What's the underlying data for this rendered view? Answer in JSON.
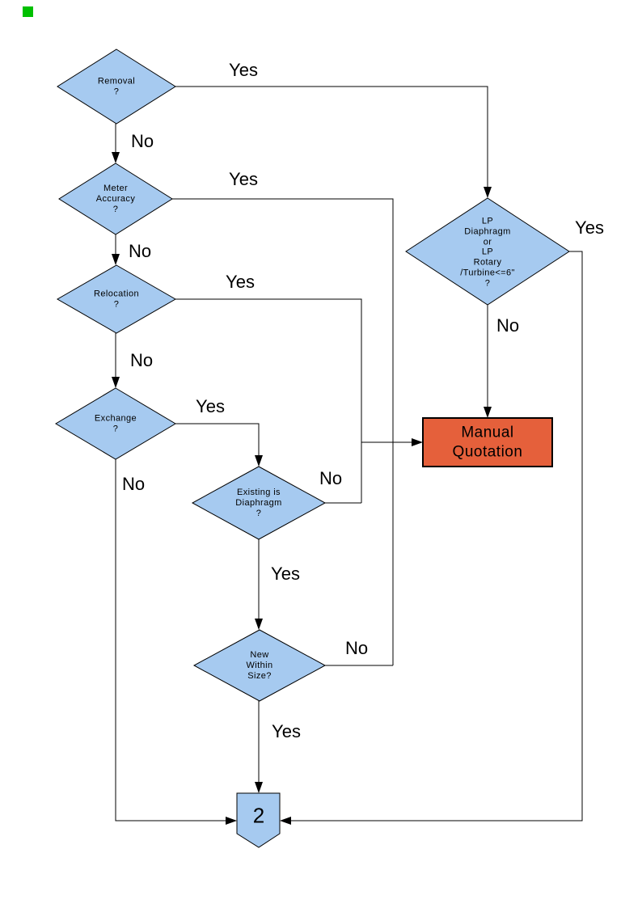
{
  "diagram": {
    "colors": {
      "decision_fill": "#A6CAF0",
      "shape_border": "#000000",
      "manual_quotation_fill": "#E5603B",
      "line_color": "#000000",
      "marker_green": "#00C000"
    },
    "nodes": {
      "removal": "Removal\n?",
      "meter_accuracy": "Meter\nAccuracy\n?",
      "relocation": "Relocation\n?",
      "exchange": "Exchange\n?",
      "existing_diaphragm": "Existing is\nDiaphragm\n?",
      "new_within_size": "New\nWithin\nSize?",
      "lp_meter": "LP\nDiaphragm\nor\nLP\nRotary\n/Turbine<=6\"\n?",
      "manual_quotation": "Manual\nQuotation",
      "connector_2": "2"
    },
    "labels": {
      "removal_yes": "Yes",
      "removal_no": "No",
      "meter_yes": "Yes",
      "meter_no": "No",
      "relocation_yes": "Yes",
      "relocation_no": "No",
      "exchange_yes": "Yes",
      "exchange_no": "No",
      "existing_no": "No",
      "existing_yes": "Yes",
      "newsize_no": "No",
      "newsize_yes": "Yes",
      "lp_yes": "Yes",
      "lp_no": "No"
    }
  }
}
